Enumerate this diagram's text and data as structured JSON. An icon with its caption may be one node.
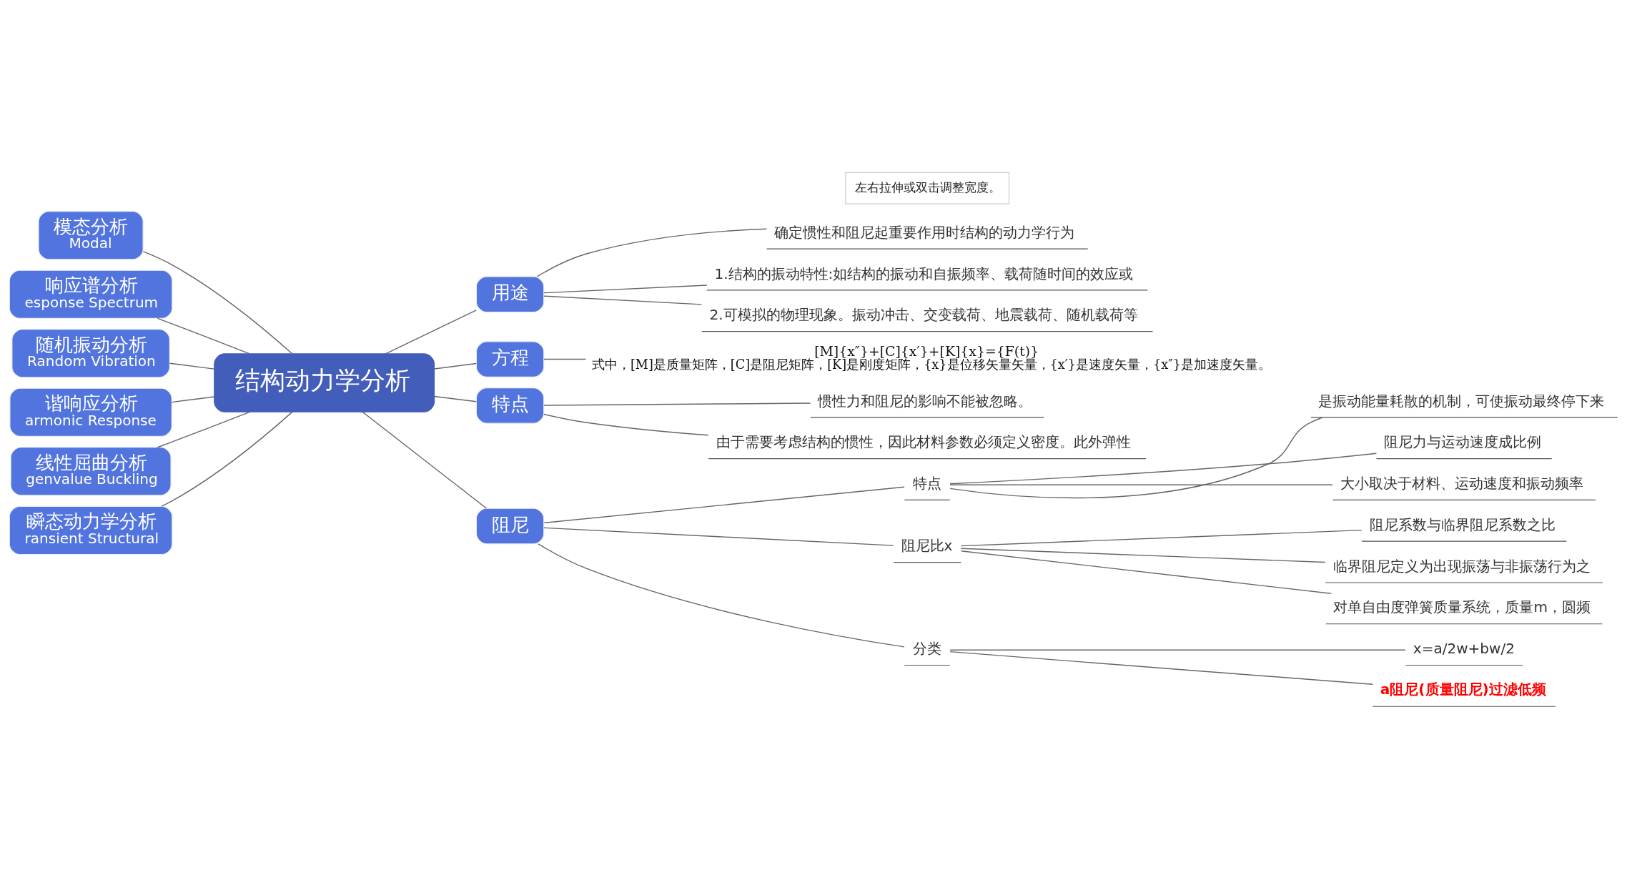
{
  "diagram": {
    "nodes": [
      {
        "text": [
          "结构动力学分析"
        ]
      },
      {
        "text": [
          "模态分析",
          "Modal"
        ]
      },
      {
        "text": [
          "响应谱分析",
          "esponse Spectrum"
        ]
      },
      {
        "text": [
          "随机振动分析",
          "Random Vibration"
        ]
      },
      {
        "text": [
          "谐响应分析",
          "armonic Response"
        ]
      },
      {
        "text": [
          "线性屈曲分析",
          "genvalue Buckling"
        ]
      },
      {
        "text": [
          "瞬态动力学分析",
          "ransient Structural"
        ]
      },
      {
        "text": [
          "用途"
        ]
      },
      {
        "text": [
          "确定惯性和阻尼起重要作用时结构的动力学行为"
        ]
      },
      {
        "text": [
          "1.结构的振动特性:如结构的振动和自振频率、载荷随时间的效应或"
        ]
      },
      {
        "text": [
          "2.可模拟的物理现象。振动冲击、交变载荷、地震载荷、随机载荷等"
        ]
      },
      {
        "text": [
          "方程"
        ]
      },
      {
        "text": [
          "[M]{x″}+[C]{x′}+[K]{x}={F(t)}",
          "式中，[M]是质量矩阵，[C]是阻尼矩阵，[K]是刚度矩阵，{x}是位移矢量矢量，{x′}是速度矢量，{x″}是加速度矢量。"
        ]
      },
      {
        "text": [
          "特点"
        ]
      },
      {
        "text": [
          "惯性力和阻尼的影响不能被忽略。"
        ]
      },
      {
        "text": [
          "由于需要考虑结构的惯性，因此材料参数必须定义密度。此外弹性"
        ]
      },
      {
        "text": [
          "阻尼"
        ]
      },
      {
        "text": [
          "特点"
        ]
      },
      {
        "text": [
          "是振动能量耗散的机制，可使振动最终停下来"
        ]
      },
      {
        "text": [
          "阻尼力与运动速度成比例"
        ]
      },
      {
        "text": [
          "大小取决于材料、运动速度和振动频率"
        ]
      },
      {
        "text": [
          "阻尼比x"
        ]
      },
      {
        "text": [
          "阻尼系数与临界阻尼系数之比"
        ]
      },
      {
        "text": [
          "临界阻尼定义为出现振荡与非振荡行为之"
        ]
      },
      {
        "text": [
          "对单自由度弹簧质量系统，质量m，圆频"
        ]
      },
      {
        "text": [
          "分类"
        ]
      },
      {
        "text": [
          "x=a/2w+bw/2"
        ]
      },
      {
        "text": [
          "a阻尼(质量阻尼)过滤低频"
        ]
      }
    ],
    "edges": [
      {
        "from": 1,
        "to": 0,
        "arrow": "none"
      },
      {
        "from": 2,
        "to": 0,
        "arrow": "none"
      },
      {
        "from": 3,
        "to": 0,
        "arrow": "none"
      },
      {
        "from": 4,
        "to": 0,
        "arrow": "none"
      },
      {
        "from": 5,
        "to": 0,
        "arrow": "none"
      },
      {
        "from": 6,
        "to": 0,
        "arrow": "none"
      },
      {
        "from": 0,
        "to": 7,
        "arrow": "none"
      },
      {
        "from": 7,
        "to": 8,
        "arrow": "none"
      },
      {
        "from": 7,
        "to": 9,
        "arrow": "none"
      },
      {
        "from": 7,
        "to": 10,
        "arrow": "none"
      },
      {
        "from": 0,
        "to": 11,
        "arrow": "none"
      },
      {
        "from": 11,
        "to": 12,
        "arrow": "none"
      },
      {
        "from": 0,
        "to": 13,
        "arrow": "none"
      },
      {
        "from": 13,
        "to": 14,
        "arrow": "none"
      },
      {
        "from": 13,
        "to": 15,
        "arrow": "none"
      },
      {
        "from": 0,
        "to": 16,
        "arrow": "none"
      },
      {
        "from": 16,
        "to": 17,
        "arrow": "none"
      },
      {
        "from": 17,
        "to": 18,
        "arrow": "none"
      },
      {
        "from": 17,
        "to": 19,
        "arrow": "none"
      },
      {
        "from": 17,
        "to": 20,
        "arrow": "none"
      },
      {
        "from": 16,
        "to": 21,
        "arrow": "none"
      },
      {
        "from": 21,
        "to": 22,
        "arrow": "none"
      },
      {
        "from": 21,
        "to": 23,
        "arrow": "none"
      },
      {
        "from": 21,
        "to": 24,
        "arrow": "none"
      },
      {
        "from": 16,
        "to": 25,
        "arrow": "none"
      },
      {
        "from": 25,
        "to": 26,
        "arrow": "none"
      },
      {
        "from": 25,
        "to": 27,
        "arrow": "none"
      }
    ],
    "labels": [
      "左右拉伸或双击调整宽度。"
    ]
  }
}
